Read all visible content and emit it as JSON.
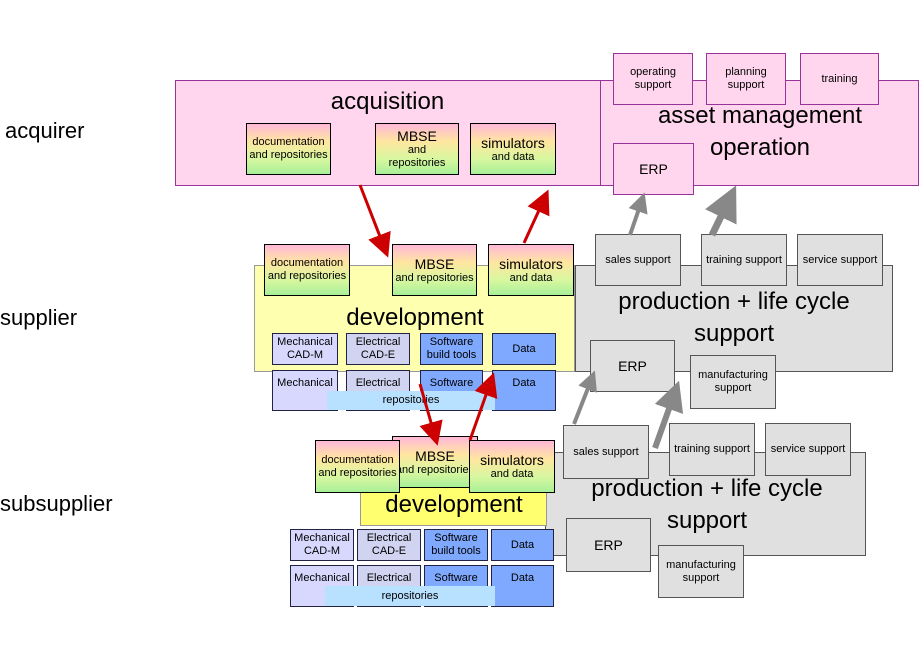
{
  "lanes": {
    "acquirer": "acquirer",
    "supplier": "supplier",
    "subsupplier": "subsupplier"
  },
  "acquirer": {
    "acquisition": "acquisition",
    "asset_management": "asset management operation",
    "documentation": "documentation and repositories",
    "mbse": "MBSE",
    "mbse_sub": "and repositories",
    "simulators": "simulators",
    "simulators_sub": "and data",
    "operating_support": "operating support",
    "planning_support": "planning support",
    "training": "training",
    "erp": "ERP"
  },
  "supplier": {
    "development": "development",
    "production": "production + life cycle support",
    "documentation": "documentation and repositories",
    "mbse": "MBSE",
    "mbse_sub": "and repositories",
    "simulators": "simulators",
    "simulators_sub": "and data",
    "mech_cad": "Mechanical CAD-M",
    "elec_cad": "Electrical CAD-E",
    "software_tools": "Software build tools",
    "data1": "Data",
    "mechanical": "Mechanical",
    "electrical": "Electrical",
    "software": "Software",
    "data2": "Data",
    "repositories": "repositories",
    "sales_support": "sales support",
    "training_support": "training support",
    "service_support": "service support",
    "erp": "ERP",
    "manufacturing_support": "manufacturing support"
  },
  "subsupplier": {
    "development": "development",
    "production": "production + life cycle support",
    "documentation": "documentation and repositories",
    "mbse": "MBSE",
    "mbse_sub": "and repositories",
    "simulators": "simulators",
    "simulators_sub": "and data",
    "mech_cad": "Mechanical CAD-M",
    "elec_cad": "Electrical CAD-E",
    "software_tools": "Software build tools",
    "data1": "Data",
    "mechanical": "Mechanical",
    "electrical": "Electrical",
    "software": "Software",
    "data2": "Data",
    "repositories": "repositories",
    "sales_support": "sales support",
    "training_support": "training support",
    "service_support": "service support",
    "erp": "ERP",
    "manufacturing_support": "manufacturing support"
  },
  "colors": {
    "acquirer_panel": "#ffd6ee",
    "supplier_dev": "#ffffb0",
    "subsupplier_dev": "#ffff70",
    "production_panel": "#e0e0e0",
    "red_arrow": "#cc0000",
    "gray_arrow": "#888888",
    "tool_blue": "#7fa8ff"
  }
}
